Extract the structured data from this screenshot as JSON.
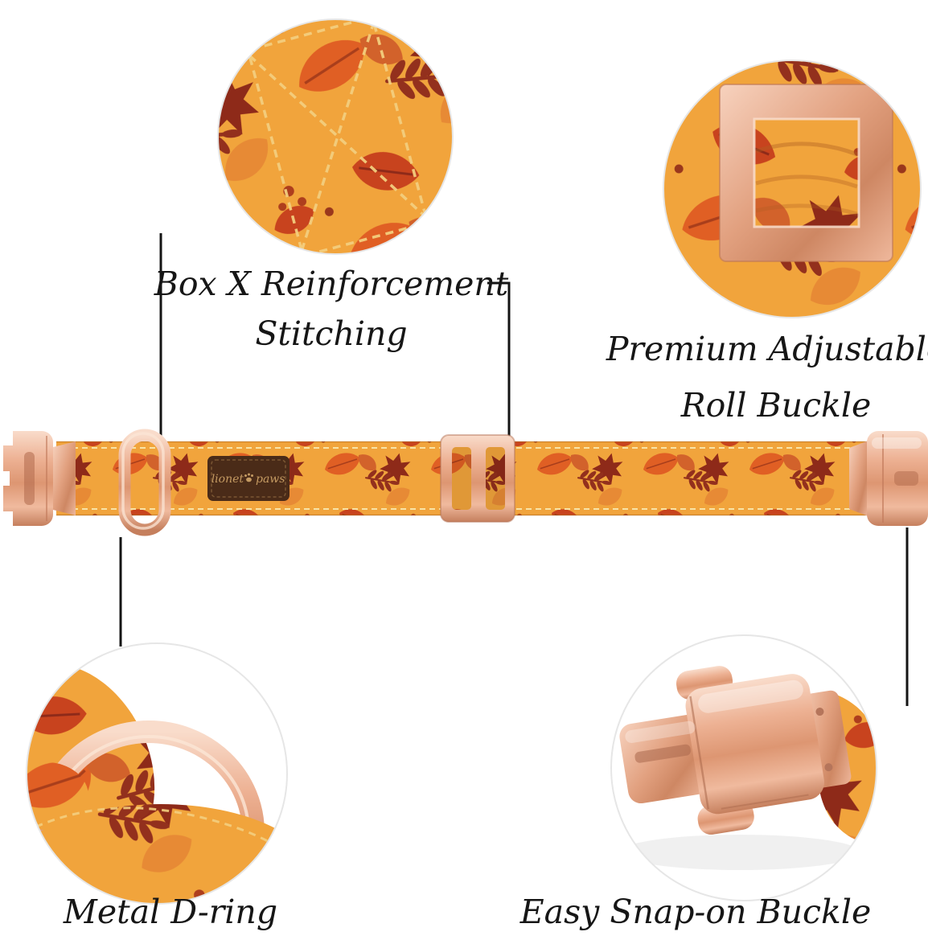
{
  "image": {
    "kind": "product-feature-callout-diagram",
    "background": "#ffffff"
  },
  "callouts": {
    "stitching": {
      "line1": "Box X Reinforcement",
      "line2": "Stitching"
    },
    "roll_buckle": {
      "line1": "Premium Adjustable",
      "line2": "Roll Buckle"
    },
    "d_ring": {
      "label": "Metal D-ring"
    },
    "snap_buckle": {
      "label": "Easy Snap-on Buckle"
    }
  },
  "collar": {
    "brand_patch": {
      "word_left": "lionet",
      "word_right": "paws"
    }
  },
  "colors": {
    "fabric_base": "#F1A43C",
    "leaf_orange": "#E05F24",
    "leaf_red_orange": "#C8431E",
    "leaf_dark_red": "#8E2A19",
    "leaf_light_orange": "#E78A35",
    "stitch_thread": "#F3CE7E",
    "metal_rose_gold_light": "#F9DCCB",
    "metal_rose_gold": "#E2A585",
    "metal_rose_gold_dark": "#C57F5D",
    "patch_leather": "#4A2B18",
    "patch_text": "#C49A62",
    "leader_line": "#141414",
    "label_text": "#161616"
  }
}
